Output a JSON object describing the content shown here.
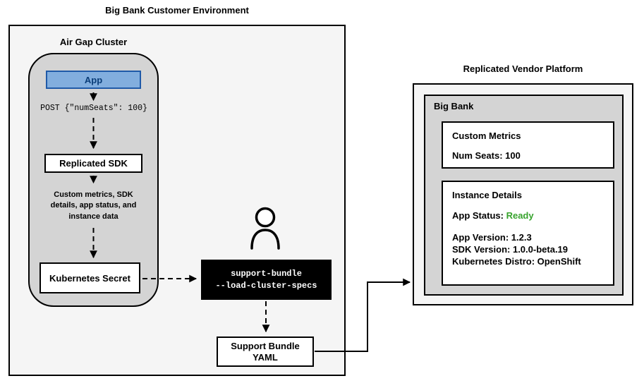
{
  "colors": {
    "app_fill": "#82aede",
    "app_border": "#1f5aa8",
    "app_text": "#0a3d78",
    "ready_green": "#37a32d",
    "container_fill": "#f5f5f5",
    "cluster_fill": "#d4d4d4"
  },
  "customer_env": {
    "title": "Big Bank Customer Environment",
    "air_gap": {
      "title": "Air Gap Cluster",
      "app": "App",
      "post_request": "POST {\"numSeats\": 100}",
      "sdk": "Replicated SDK",
      "sdk_payload": "Custom metrics, SDK details, app status, and instance data",
      "secret": "Kubernetes Secret"
    },
    "cli": {
      "line1": "support-bundle",
      "line2": "--load-cluster-specs"
    },
    "support_bundle": {
      "line1": "Support Bundle",
      "line2": "YAML"
    }
  },
  "vendor": {
    "title": "Replicated Vendor Platform",
    "big_bank": {
      "title": "Big Bank",
      "custom_metrics": {
        "title": "Custom Metrics",
        "num_seats": "Num Seats: 100"
      },
      "instance_details": {
        "title": "Instance Details",
        "app_status_label": "App Status:",
        "app_status_value": "Ready",
        "app_version": "App Version: 1.2.3",
        "sdk_version": "SDK Version: 1.0.0-beta.19",
        "kubernetes_distro": "Kubernetes Distro: OpenShift"
      }
    }
  },
  "icons": {
    "person": "person-icon"
  }
}
